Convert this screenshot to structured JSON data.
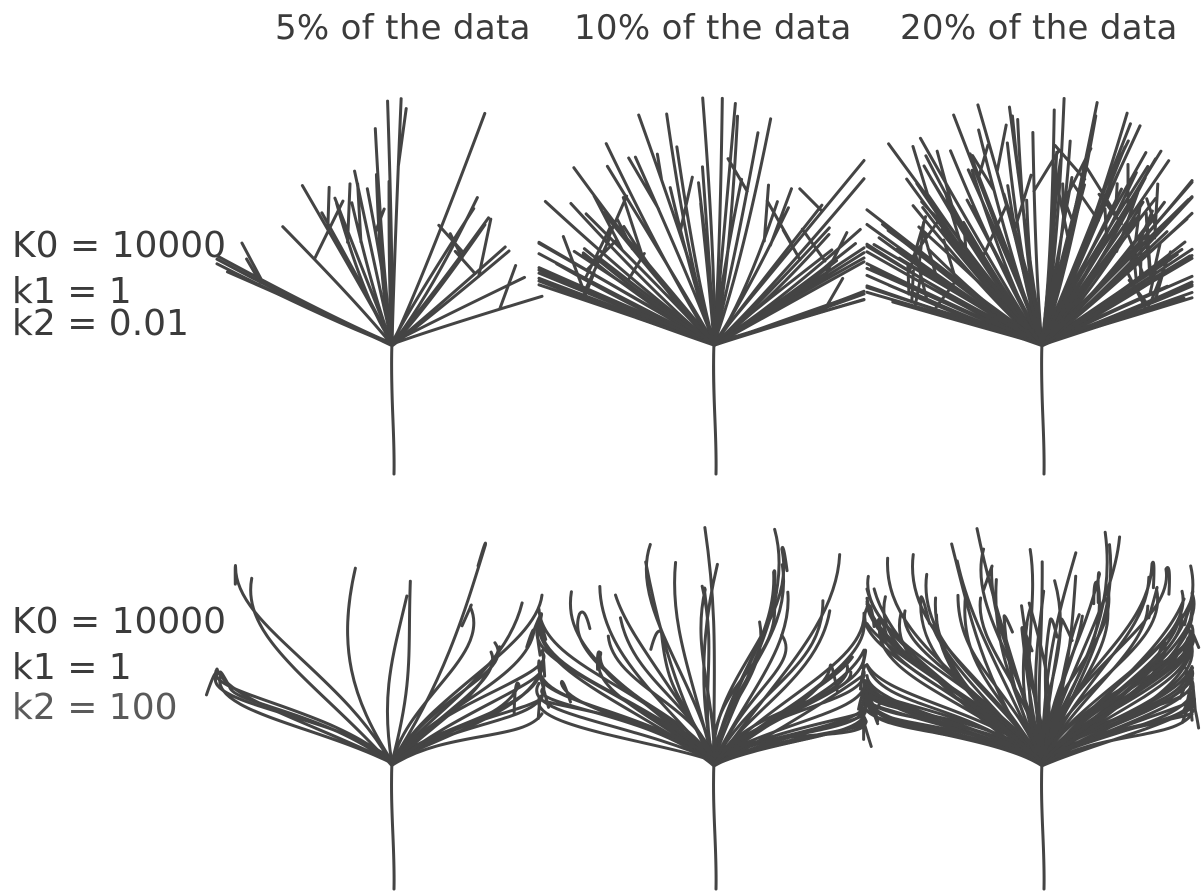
{
  "column_titles": [
    "5% of the data",
    "10% of the data",
    "20% of the data"
  ],
  "rows": [
    {
      "k0": "K0 = 10000",
      "k1": "k1 = 1",
      "k2": "k2 = 0.01",
      "style": "straight"
    },
    {
      "k0": "K0 = 10000",
      "k1": "k1 = 1",
      "k2": "k2 = 100",
      "style": "curvy"
    }
  ],
  "data_fractions": [
    "5%",
    "10%",
    "20%"
  ],
  "colors": {
    "branch": "#444444",
    "text": "#3b3b3b"
  }
}
